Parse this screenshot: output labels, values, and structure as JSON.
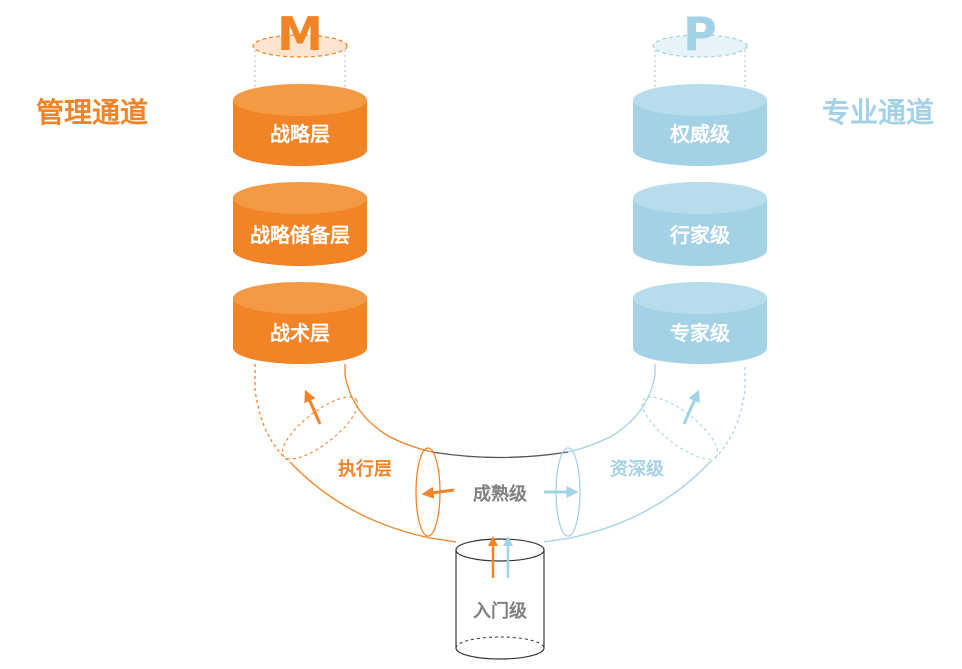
{
  "left_channel": {
    "title": "管理通道",
    "letter": "M",
    "levels": [
      "战略层",
      "战略储备层",
      "战术层"
    ],
    "lower_level": "执行层"
  },
  "right_channel": {
    "title": "专业通道",
    "letter": "P",
    "levels": [
      "权威级",
      "行家级",
      "专家级"
    ],
    "lower_level": "资深级"
  },
  "middle_level": "成熟级",
  "entry_level": "入门级",
  "colors": {
    "orange": "#f08427",
    "blue": "#a3d2e6",
    "gray_text": "#808080",
    "outline": "#333333"
  }
}
